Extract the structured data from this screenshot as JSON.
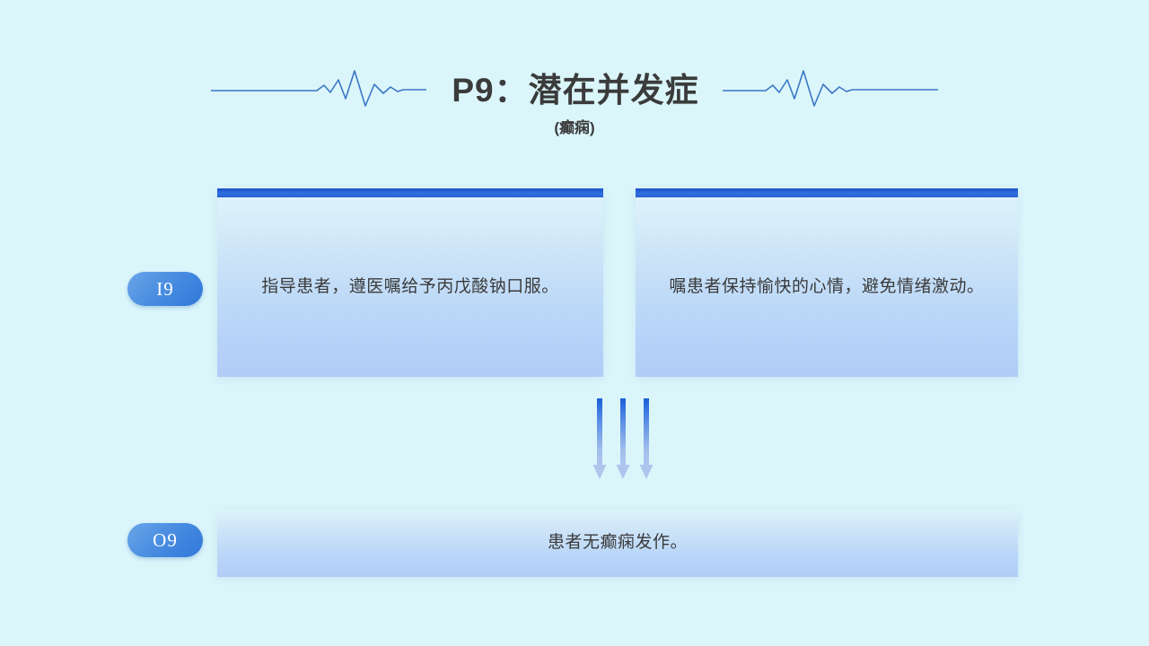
{
  "slide": {
    "background_color": "#dbf6fb",
    "accent_color": "#2f6fe0",
    "ecg_line_color": "#3a77c4"
  },
  "header": {
    "title": "P9：潜在并发症",
    "subtitle": "(癫痫)",
    "ecg_left_icon": "ecg-waveform-icon",
    "ecg_right_icon": "ecg-waveform-icon"
  },
  "interventions": {
    "badge": "I9",
    "cards": [
      {
        "text": "指导患者，遵医嘱给予丙戊酸钠口服。"
      },
      {
        "text": "嘱患者保持愉快的心情，避免情绪激动。"
      }
    ]
  },
  "flow": {
    "arrow_icon": "down-arrow-icon",
    "arrow_count": 3,
    "arrow_top_color": "#1b5fd8",
    "arrow_bottom_color": "#aec6ee"
  },
  "outcome": {
    "badge": "O9",
    "text": "患者无癫痫发作。"
  }
}
